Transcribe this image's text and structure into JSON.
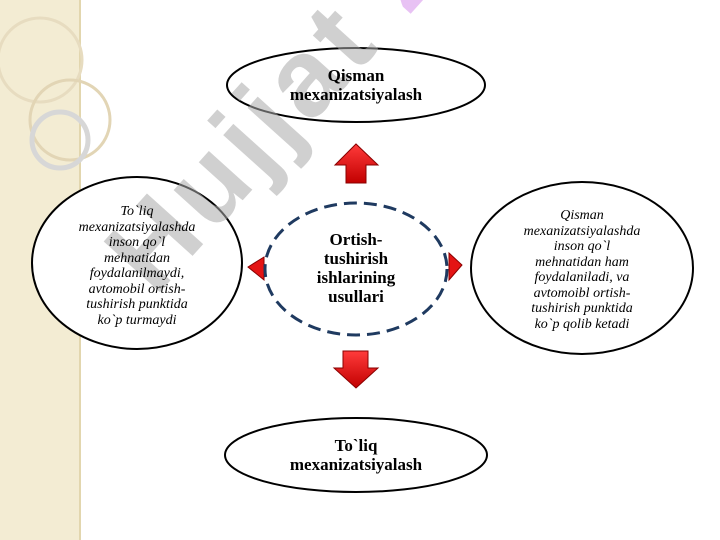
{
  "watermark": {
    "text": "Hujjat ",
    "accent": "24"
  },
  "center": {
    "lines": [
      "Ortish-",
      "tushirish",
      "ishlarining",
      "usullari"
    ]
  },
  "top": {
    "lines": [
      "Qisman",
      "mexanizatsiyalash"
    ]
  },
  "bottom": {
    "lines": [
      "To`liq",
      "mexanizatsiyalash"
    ]
  },
  "left": {
    "lines": [
      "To`liq",
      "mexanizatsiyalashda",
      "inson qo`l",
      "mehnatidan",
      "foydalanilmaydi,",
      "avtomobil ortish-",
      "tushirish punktida",
      "ko`p turmaydi"
    ]
  },
  "right": {
    "lines": [
      "Qisman",
      "mexanizatsiyalashda",
      "inson qo`l",
      "mehnatidan ham",
      "foydalaniladi, va",
      "avtomoibl ortish-",
      "tushirish punktida",
      "ko`p qolib ketadi"
    ]
  },
  "colors": {
    "arrow": "#e41414",
    "ellipse_stroke": "#000000",
    "center_stroke": "#1f3a60",
    "sidebar": "#f3ecd3"
  }
}
